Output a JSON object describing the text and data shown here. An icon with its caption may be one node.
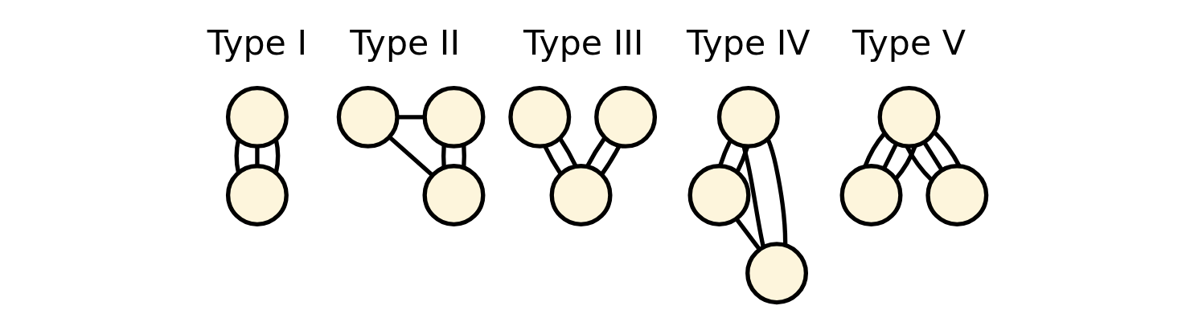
{
  "diagram": {
    "nodes": [
      {
        "text": [],
        "shape": "circle"
      },
      {
        "text": [],
        "shape": "circle"
      },
      {
        "text": [],
        "shape": "circle"
      },
      {
        "text": [],
        "shape": "circle"
      },
      {
        "text": [],
        "shape": "circle"
      },
      {
        "text": [],
        "shape": "circle"
      },
      {
        "text": [],
        "shape": "circle"
      },
      {
        "text": [],
        "shape": "circle"
      },
      {
        "text": [],
        "shape": "circle"
      },
      {
        "text": [],
        "shape": "circle"
      },
      {
        "text": [],
        "shape": "circle"
      },
      {
        "text": [],
        "shape": "circle"
      },
      {
        "text": [],
        "shape": "circle"
      },
      {
        "text": [],
        "shape": "circle"
      }
    ],
    "edges": [
      {
        "from": 0,
        "to": 1,
        "arrow": "none"
      },
      {
        "from": 0,
        "to": 1,
        "arrow": "none"
      },
      {
        "from": 0,
        "to": 1,
        "arrow": "none"
      },
      {
        "from": 2,
        "to": 3,
        "arrow": "none"
      },
      {
        "from": 2,
        "to": 4,
        "arrow": "none"
      },
      {
        "from": 3,
        "to": 4,
        "arrow": "none"
      },
      {
        "from": 3,
        "to": 4,
        "arrow": "none"
      },
      {
        "from": 5,
        "to": 7,
        "arrow": "none"
      },
      {
        "from": 5,
        "to": 7,
        "arrow": "none"
      },
      {
        "from": 6,
        "to": 7,
        "arrow": "none"
      },
      {
        "from": 6,
        "to": 7,
        "arrow": "none"
      },
      {
        "from": 8,
        "to": 9,
        "arrow": "none"
      },
      {
        "from": 8,
        "to": 10,
        "arrow": "none"
      },
      {
        "from": 9,
        "to": 10,
        "arrow": "none"
      },
      {
        "from": 8,
        "to": 9,
        "arrow": "none"
      },
      {
        "from": 8,
        "to": 10,
        "arrow": "none"
      },
      {
        "from": 11,
        "to": 12,
        "arrow": "none"
      },
      {
        "from": 11,
        "to": 13,
        "arrow": "none"
      },
      {
        "from": 11,
        "to": 12,
        "arrow": "none"
      },
      {
        "from": 11,
        "to": 13,
        "arrow": "none"
      },
      {
        "from": 11,
        "to": 13,
        "arrow": "none"
      },
      {
        "from": 11,
        "to": 12,
        "arrow": "none"
      }
    ],
    "labels": [
      "Type I",
      "Type II",
      "Type III",
      "Type IV",
      "Type V"
    ]
  }
}
